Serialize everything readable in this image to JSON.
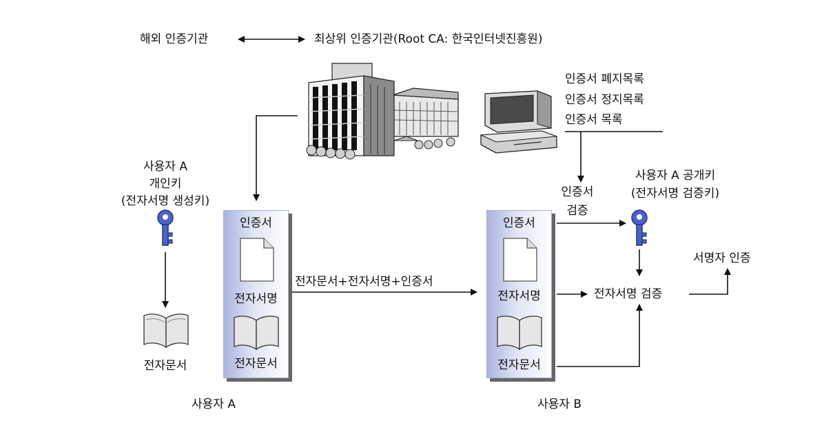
{
  "top": {
    "left": "해외 인증기관",
    "right": "최상위 인증기관(Root CA: 한국인터넷진흥원)"
  },
  "cert_lists": [
    "인증서 폐지목록",
    "인증서 정지목록",
    "인증서 목록"
  ],
  "user_a": {
    "key_lines": [
      "사용자 A",
      "개인키",
      "(전자서명 생성키)"
    ],
    "box_labels": [
      "인증서",
      "전자서명",
      "전자문서"
    ],
    "doc_label": "전자문서",
    "caption": "사용자 A"
  },
  "transfer_label": "전자문서+전자서명+인증서",
  "user_b": {
    "box_labels": [
      "인증서",
      "전자서명",
      "전자문서"
    ],
    "caption": "사용자 B"
  },
  "verify_cert": [
    "인증서",
    "검증"
  ],
  "public_key": [
    "사용자 A 공개키",
    "(전자서명 검증키)"
  ],
  "sig_verify": "전자서명 검증",
  "signer_auth": "서명자 인증",
  "colors": {
    "key": "#4a64c8",
    "box_grad": "#aab4df",
    "shadow": "#666666"
  }
}
